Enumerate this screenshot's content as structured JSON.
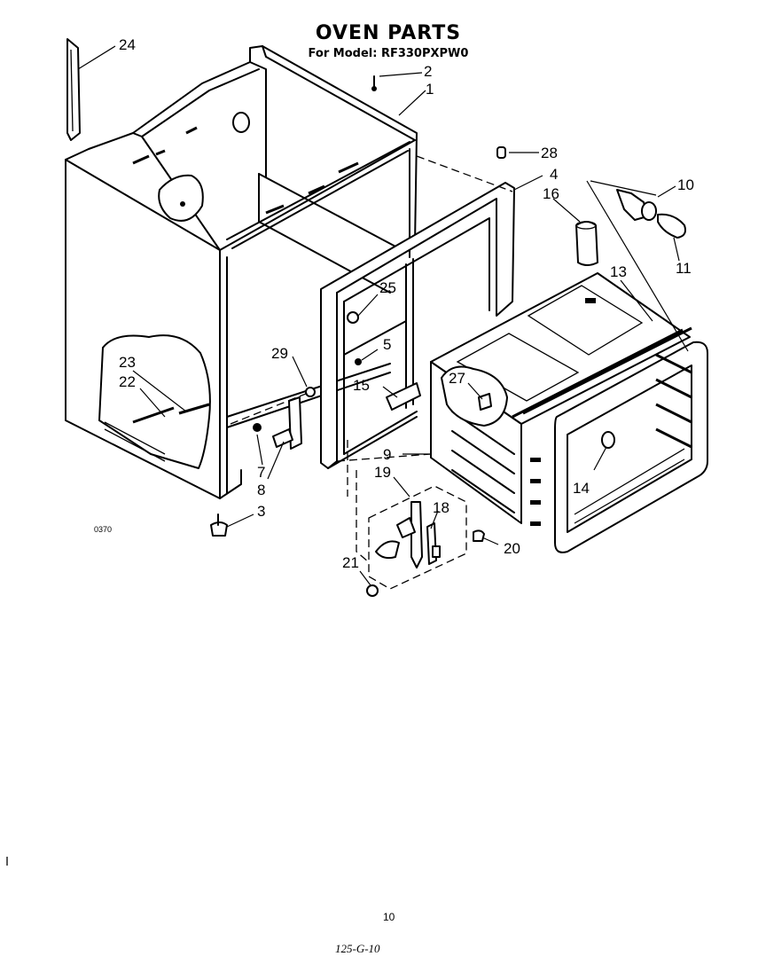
{
  "header": {
    "title": "OVEN PARTS",
    "subtitle": "For Model: RF330PXPW0"
  },
  "callouts": [
    {
      "id": "c1",
      "label": "1"
    },
    {
      "id": "c2",
      "label": "2"
    },
    {
      "id": "c3",
      "label": "3"
    },
    {
      "id": "c4",
      "label": "4"
    },
    {
      "id": "c5",
      "label": "5"
    },
    {
      "id": "c7",
      "label": "7"
    },
    {
      "id": "c8",
      "label": "8"
    },
    {
      "id": "c9",
      "label": "9"
    },
    {
      "id": "c10",
      "label": "10"
    },
    {
      "id": "c11",
      "label": "11"
    },
    {
      "id": "c13",
      "label": "13"
    },
    {
      "id": "c14",
      "label": "14"
    },
    {
      "id": "c15",
      "label": "15"
    },
    {
      "id": "c16",
      "label": "16"
    },
    {
      "id": "c18",
      "label": "18"
    },
    {
      "id": "c19",
      "label": "19"
    },
    {
      "id": "c20",
      "label": "20"
    },
    {
      "id": "c21",
      "label": "21"
    },
    {
      "id": "c22",
      "label": "22"
    },
    {
      "id": "c23",
      "label": "23"
    },
    {
      "id": "c24",
      "label": "24"
    },
    {
      "id": "c25",
      "label": "25"
    },
    {
      "id": "c27",
      "label": "27"
    },
    {
      "id": "c28",
      "label": "28"
    },
    {
      "id": "c29",
      "label": "29"
    }
  ],
  "marks": {
    "figure_code": "0370",
    "page_number": "10",
    "doc_code": "125-G-10"
  }
}
